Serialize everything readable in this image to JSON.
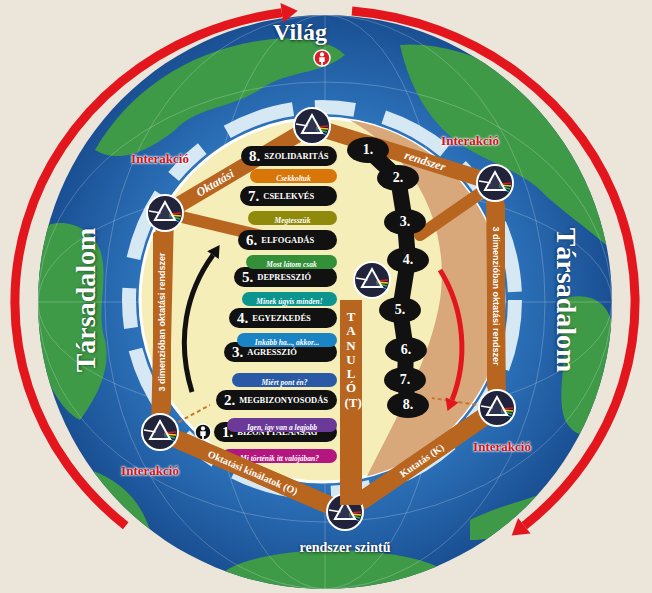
{
  "diagram": {
    "nodes": [
      {
        "text": [
          "1.",
          "BIZONYTALANSÁG"
        ]
      },
      {
        "text": [
          "Mi történik itt valójában?"
        ]
      },
      {
        "text": [
          "2.",
          "MEGBIZONYOSODÁS"
        ]
      },
      {
        "text": [
          "Igen, így van a legjobb"
        ]
      },
      {
        "text": [
          "3.",
          "AGRESSZIÓ"
        ]
      },
      {
        "text": [
          "Miért pont én?"
        ]
      },
      {
        "text": [
          "4.",
          "EGYEZKEDÉS"
        ]
      },
      {
        "text": [
          "Inkább ha..., akkor..."
        ]
      },
      {
        "text": [
          "5.",
          "DEPRESSZIÓ"
        ]
      },
      {
        "text": [
          "Minek úgyis minden!"
        ]
      },
      {
        "text": [
          "6.",
          "ELFOGADÁS"
        ]
      },
      {
        "text": [
          "Most látom csak"
        ]
      },
      {
        "text": [
          "7.",
          "CSELEKVÉS"
        ]
      },
      {
        "text": [
          "Megtesszük"
        ]
      },
      {
        "text": [
          "8.",
          "SZOLIDARITÁS"
        ]
      },
      {
        "text": [
          "Csekkoltuk"
        ]
      },
      {
        "text": [
          "TANULÓ (T)"
        ]
      },
      {
        "text": [
          "3 dimenzióban oktatási rendszer"
        ]
      },
      {
        "text": [
          "3 dimenzióban oktatási rendszer"
        ]
      },
      {
        "text": [
          "Oktatási kínálatok (O)"
        ]
      },
      {
        "text": [
          "Kutatás (K)"
        ]
      }
    ],
    "labels": [
      "Világ",
      "Interakció",
      "Oktatási",
      "rendszer",
      "Interakció",
      "Társadalom",
      "Társadalom",
      "1.",
      "2.",
      "3.",
      "4.",
      "5.",
      "6.",
      "7.",
      "8.",
      "Interakció",
      "Interakció",
      "rendszer szintű"
    ]
  }
}
